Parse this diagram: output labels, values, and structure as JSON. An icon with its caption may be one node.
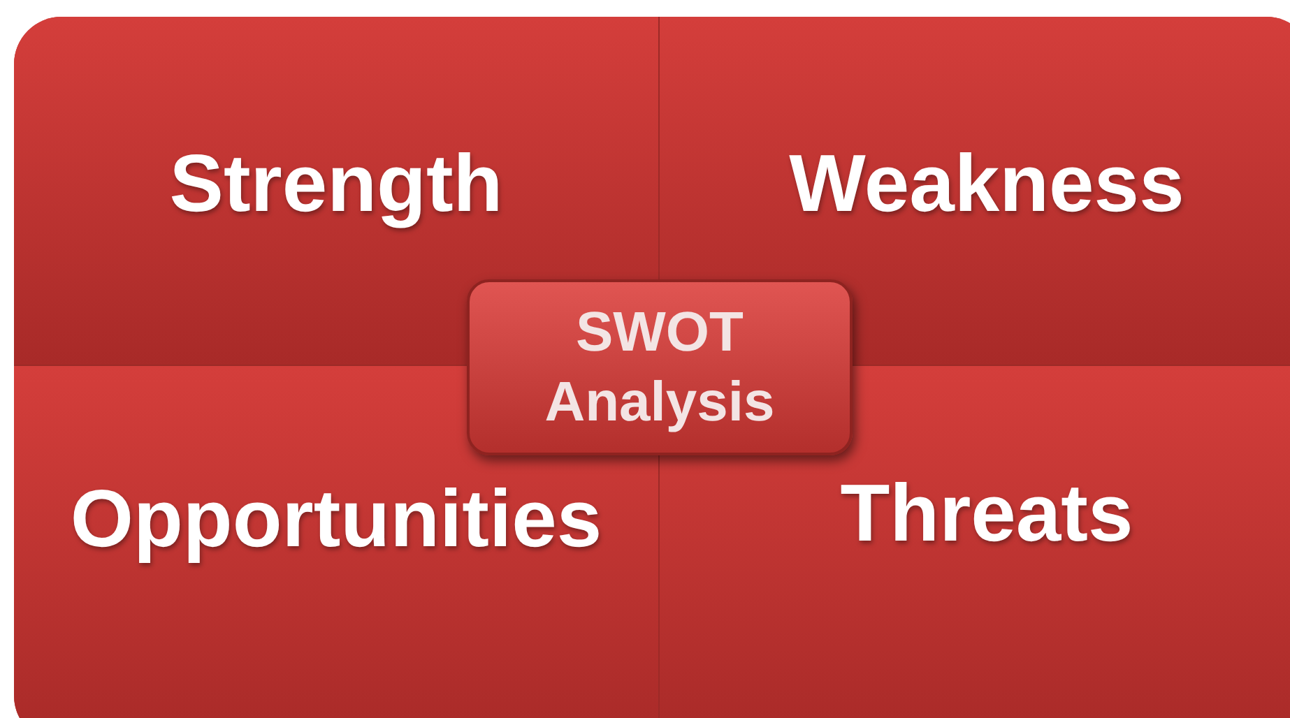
{
  "diagram": {
    "nodes": [
      {
        "text": [
          "Strength"
        ]
      },
      {
        "text": [
          "Weakness"
        ]
      },
      {
        "text": [
          "SWOT Analysis"
        ]
      },
      {
        "text": [
          "Opportunities"
        ]
      },
      {
        "text": [
          "Threats"
        ]
      }
    ]
  }
}
